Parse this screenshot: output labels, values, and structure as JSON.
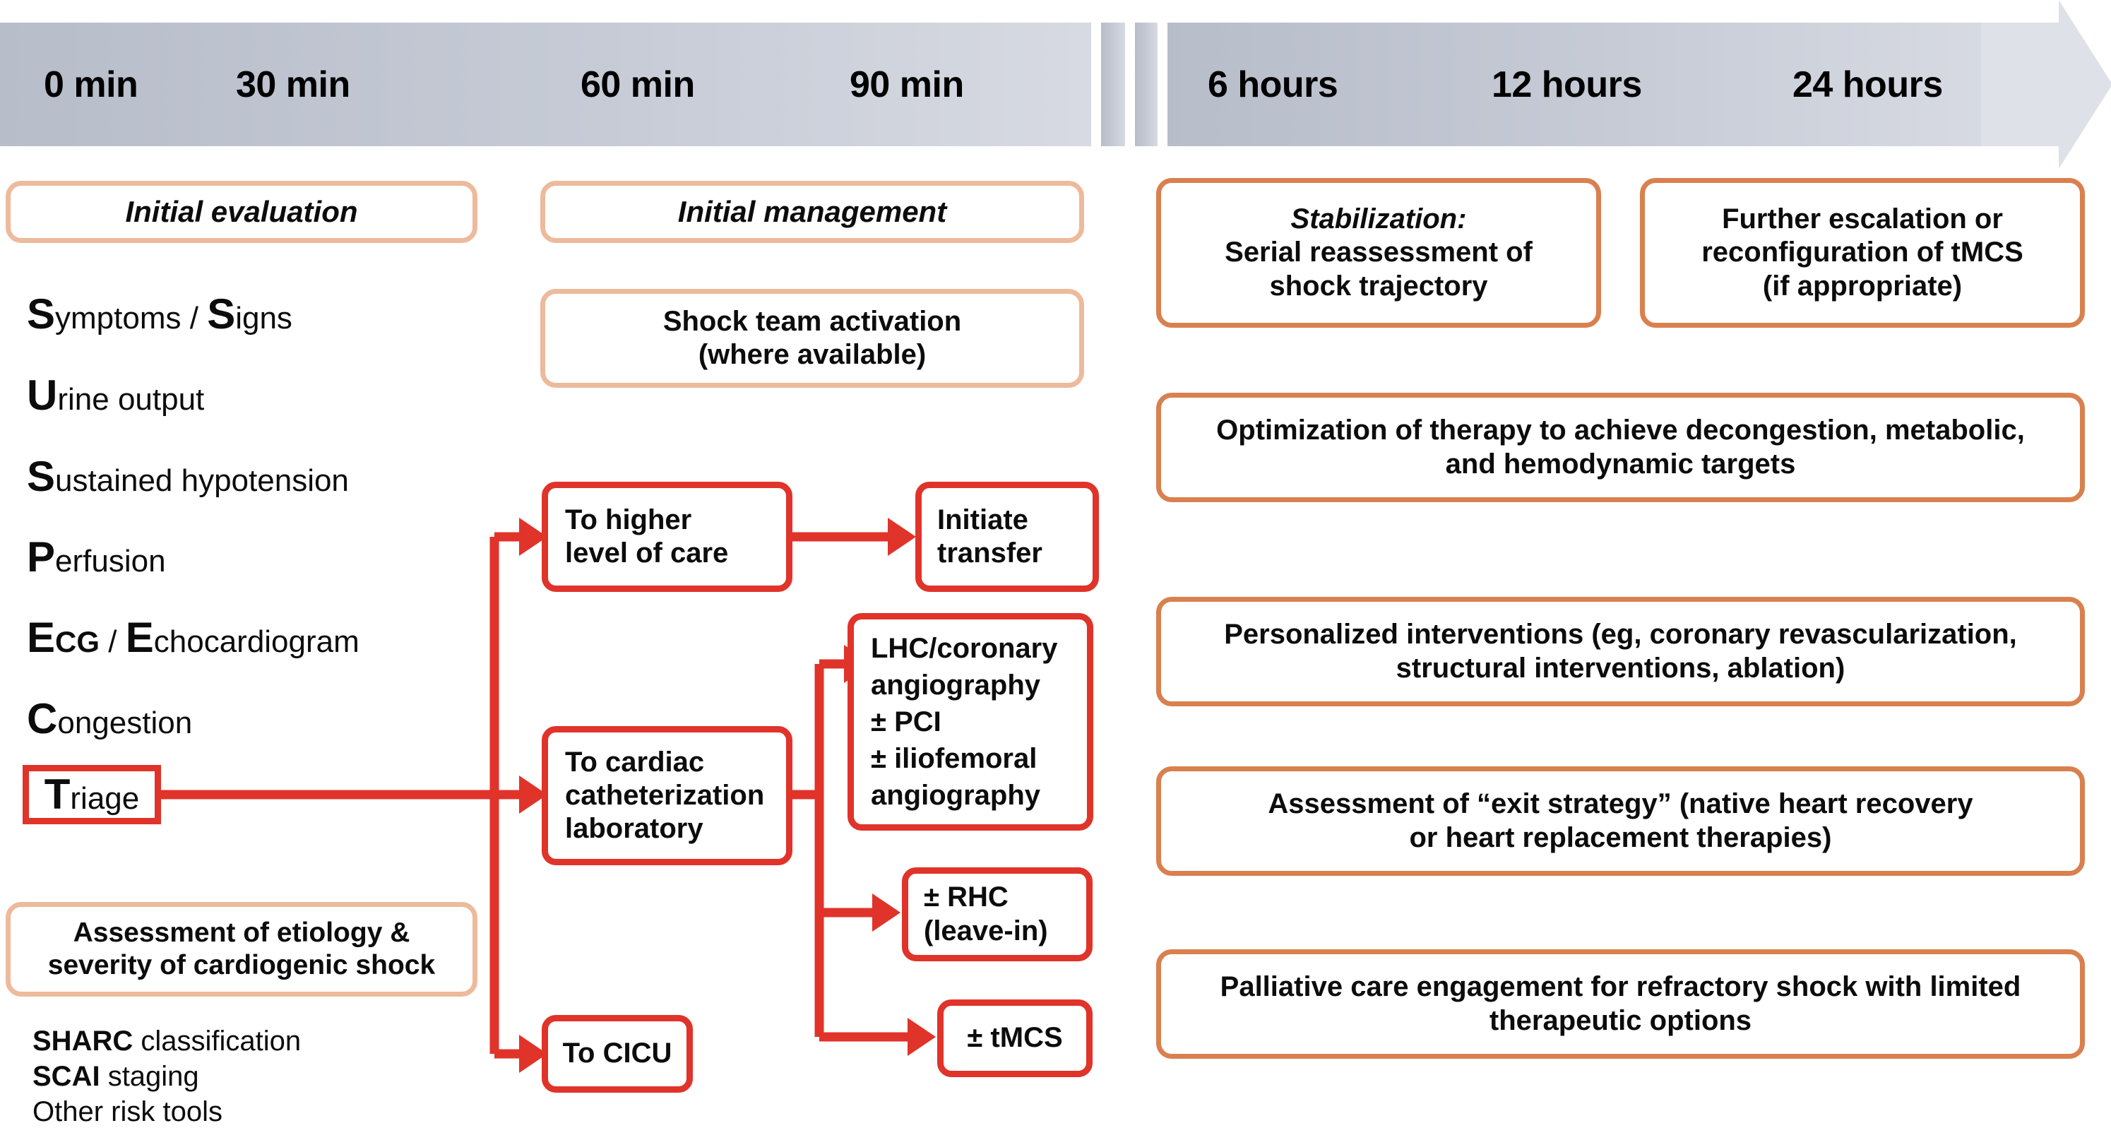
{
  "timeline": {
    "early_ticks": [
      "0 min",
      "30 min",
      "60 min",
      "90 min"
    ],
    "late_ticks": [
      "6 hours",
      "12 hours",
      "24 hours"
    ],
    "bar_color": "#bfc5d1",
    "arrow_color": "#dde0e6"
  },
  "left_column": {
    "header": "Initial evaluation",
    "acronym_items": [
      {
        "cap": "S",
        "rest": "ymptoms / ",
        "cap2": "S",
        "rest2": "igns"
      },
      {
        "cap": "U",
        "rest": "rine output"
      },
      {
        "cap": "S",
        "rest": "ustained hypotension"
      },
      {
        "cap": "P",
        "rest": "erfusion"
      },
      {
        "cap": "E",
        "rest": "CG / ",
        "cap2": "E",
        "rest2": "chocardiogram",
        "smallcaps": true
      },
      {
        "cap": "C",
        "rest": "ongestion"
      },
      {
        "cap": "T",
        "rest": "riage"
      }
    ],
    "assessment_box": "Assessment of etiology & severity of cardiogenic shock",
    "risk_tools": [
      {
        "bold": "SHARC",
        "rest": " classification"
      },
      {
        "bold": "SCAI",
        "rest": " staging"
      },
      {
        "bold": "",
        "rest": "Other risk tools"
      }
    ]
  },
  "middle_column": {
    "header": "Initial management",
    "shock_team": "Shock team activation\n(where available)",
    "flow_boxes": [
      {
        "id": "higher-care",
        "text": "To higher\nlevel of care"
      },
      {
        "id": "initiate-transfer",
        "text": "Initiate\ntransfer"
      },
      {
        "id": "cath-lab",
        "text": "To cardiac\ncatheterization\nlaboratory"
      },
      {
        "id": "lhc",
        "text": "LHC/coronary\nangiography\n± PCI\n± iliofemoral\nangiography"
      },
      {
        "id": "rhc",
        "text": "± RHC\n(leave-in)"
      },
      {
        "id": "cicu",
        "text": "To CICU"
      },
      {
        "id": "tmcs",
        "text": "± tMCS"
      }
    ],
    "box_border_color": "#e0332a"
  },
  "right_column": {
    "boxes": [
      {
        "id": "stabilization",
        "italic_head": "Stabilization:",
        "text": "Serial reassessment of\nshock trajectory"
      },
      {
        "id": "escalation",
        "text": "Further escalation or\nreconfiguration of tMCS\n(if appropriate)"
      },
      {
        "id": "optimization",
        "text": "Optimization of therapy to achieve decongestion, metabolic,\nand hemodynamic targets"
      },
      {
        "id": "personalized",
        "text": "Personalized interventions (eg, coronary revascularization,\nstructural interventions, ablation)"
      },
      {
        "id": "exit-strategy",
        "text": "Assessment of “exit strategy” (native heart recovery\nor heart replacement therapies)"
      },
      {
        "id": "palliative",
        "text": "Palliative care engagement for refractory shock with limited\ntherapeutic options"
      }
    ],
    "box_border_color": "#d9804f"
  }
}
